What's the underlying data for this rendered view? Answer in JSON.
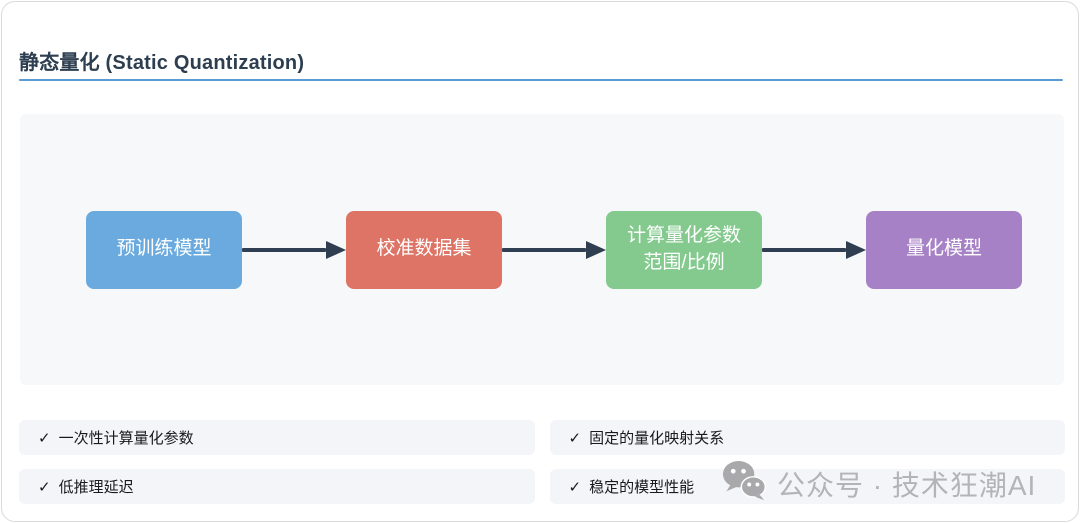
{
  "page": {
    "title": "静态量化 (Static Quantization)"
  },
  "colors": {
    "title": "#2c3e50",
    "underline": "#5b9bd5",
    "panel_bg": "#f7f8fa",
    "arrow": "#2f3e50",
    "pill_bg": "#f4f5f9",
    "watermark_text": "#b4b4b7",
    "watermark_icon": "#a9a9ac"
  },
  "flowchart": {
    "nodes": [
      {
        "id": "pretrained-model",
        "lines": [
          "预训练模型"
        ],
        "color": "#6aaade"
      },
      {
        "id": "calibration-dataset",
        "lines": [
          "校准数据集"
        ],
        "color": "#dd7465"
      },
      {
        "id": "compute-quant-params",
        "lines": [
          "计算量化参数",
          "范围/比例"
        ],
        "color": "#84ca8f"
      },
      {
        "id": "quantized-model",
        "lines": [
          "量化模型"
        ],
        "color": "#a781c6"
      }
    ]
  },
  "features": [
    {
      "check": "✓",
      "label": "一次性计算量化参数"
    },
    {
      "check": "✓",
      "label": "固定的量化映射关系"
    },
    {
      "check": "✓",
      "label": "低推理延迟"
    },
    {
      "check": "✓",
      "label": "稳定的模型性能"
    }
  ],
  "watermark": {
    "icon": "wechat-icon",
    "text": "公众号 · 技术狂潮AI"
  }
}
